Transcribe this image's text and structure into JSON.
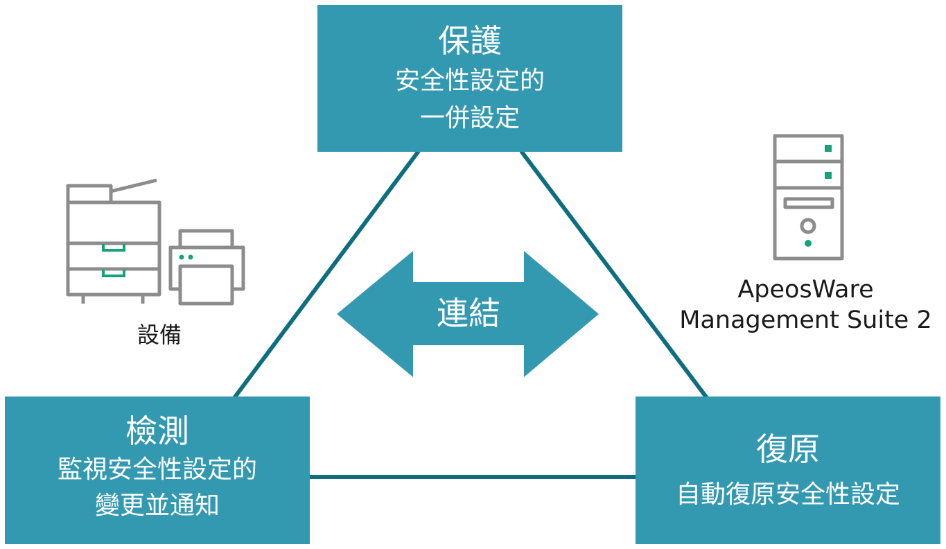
{
  "diagram": {
    "protect": {
      "title": "保護",
      "desc_line1": "安全性設定的",
      "desc_line2": "一併設定"
    },
    "detect": {
      "title": "檢測",
      "desc_line1": "監視安全性設定的",
      "desc_line2": "變更並通知"
    },
    "recover": {
      "title": "復原",
      "desc_line1": "自動復原安全性設定"
    },
    "link_label": "連結",
    "devices_label": "設備",
    "server_label_line1": "ApeosWare",
    "server_label_line2": "Management Suite 2",
    "colors": {
      "box_fill": "#3399b0",
      "connector_line": "#0d6e80",
      "icon_gray": "#8c8c8c",
      "icon_accent": "#16a37a",
      "text_dark": "#1a1a1a"
    },
    "icons": [
      "multifunction-printer-icon",
      "printer-icon",
      "server-tower-icon",
      "double-arrow-icon"
    ]
  }
}
